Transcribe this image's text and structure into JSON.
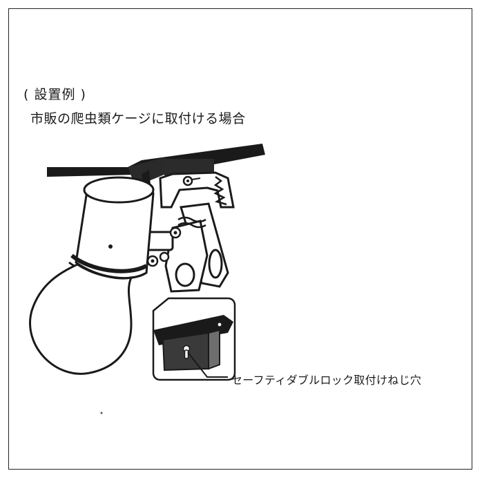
{
  "caption": {
    "heading": "( 設置例 )",
    "subtitle": "市販の爬虫類ケージに取付ける場合"
  },
  "callout": {
    "label": "セーフティダブルロック取付けねじ穴"
  },
  "colors": {
    "ink": "#1a1a1a",
    "dark_fill": "#3a3a3a",
    "mid_fill": "#6e6e6e",
    "light_fill": "#eeeeee",
    "frame": "#222222"
  },
  "icons": [
    "clamp-light-illustration",
    "keyhole-icon"
  ]
}
